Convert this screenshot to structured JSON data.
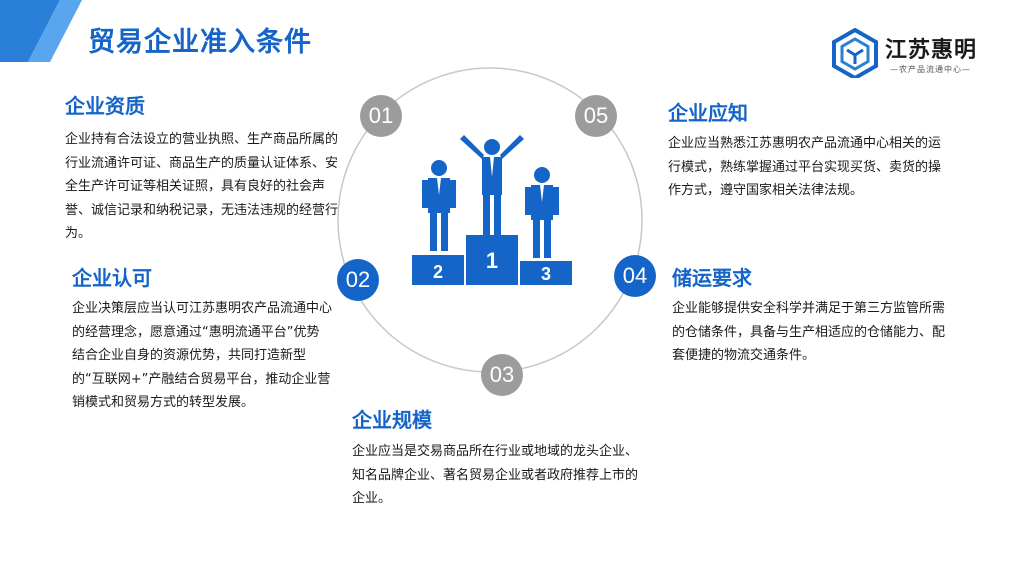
{
  "title": "贸易企业准入条件",
  "logo": {
    "name": "江苏惠明",
    "subtitle": "—农产品流通中心—"
  },
  "colors": {
    "primary": "#1565c8",
    "gray": "#9c9c9c",
    "corner": "#2a7fd8"
  },
  "badges": [
    "01",
    "02",
    "03",
    "04",
    "05"
  ],
  "podium_numbers": [
    "1",
    "2",
    "3"
  ],
  "sections": {
    "qualification": {
      "title": "企业资质",
      "text": "企业持有合法设立的营业执照、生产商品所属的行业流通许可证、商品生产的质量认证体系、安全生产许可证等相关证照，具有良好的社会声誉、诚信记录和纳税记录，无违法违规的经营行为。"
    },
    "recognition": {
      "title": "企业认可",
      "text": "企业决策层应当认可江苏惠明农产品流通中心的经营理念，愿意通过“惠明流通平台”优势结合企业自身的资源优势，共同打造新型的“互联网+”产融结合贸易平台，推动企业营销模式和贸易方式的转型发展。"
    },
    "scale": {
      "title": "企业规模",
      "text": "企业应当是交易商品所在行业或地域的龙头企业、知名品牌企业、著名贸易企业或者政府推荐上市的企业。"
    },
    "storage": {
      "title": "储运要求",
      "text": "企业能够提供安全科学并满足于第三方监管所需的仓储条件，具备与生产相适应的仓储能力、配套便捷的物流交通条件。"
    },
    "knowledge": {
      "title": "企业应知",
      "text": "企业应当熟悉江苏惠明农产品流通中心相关的运行模式，熟练掌握通过平台实现买货、卖货的操作方式，遵守国家相关法律法规。"
    }
  }
}
